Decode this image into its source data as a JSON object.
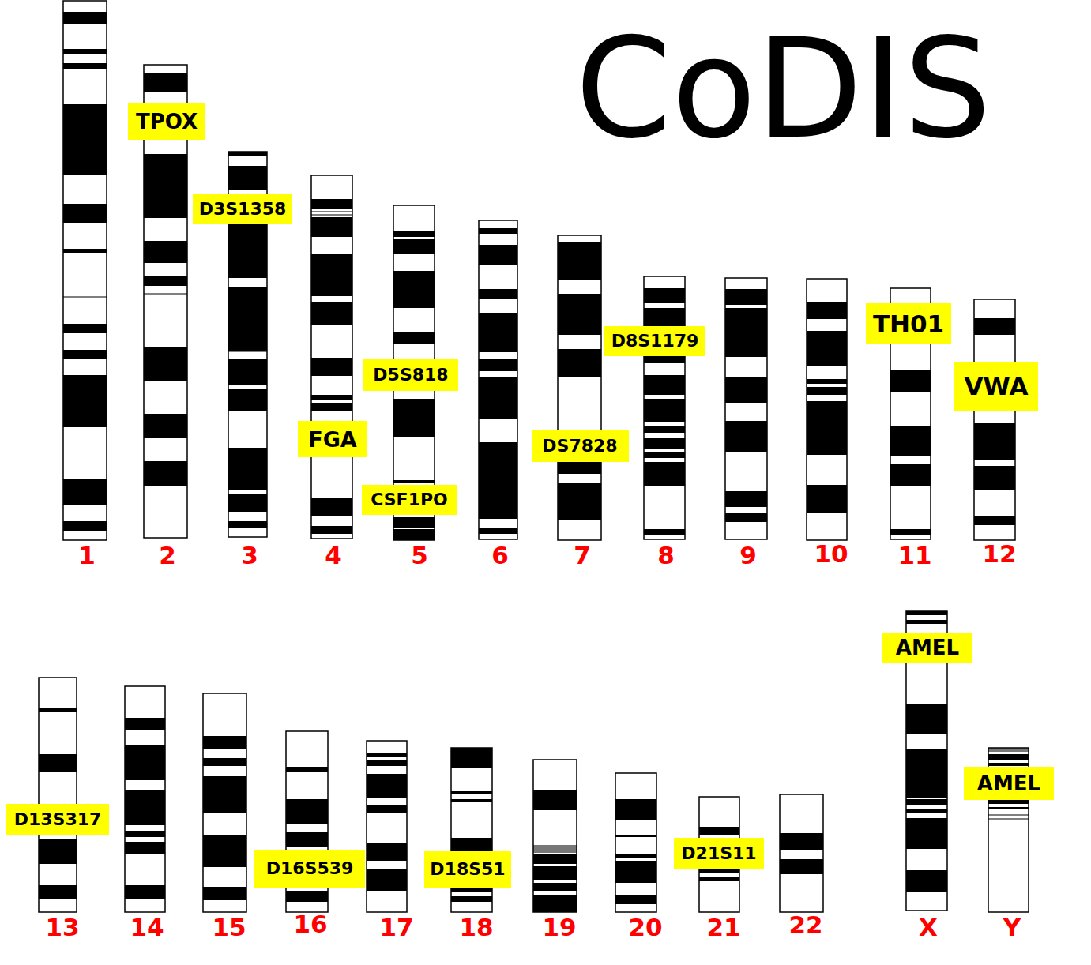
{
  "diagram": {
    "title": "CoDIS",
    "nodes": [
      {
        "text": [
          "TPOX"
        ]
      },
      {
        "text": [
          "D3S1358"
        ]
      },
      {
        "text": [
          "D8S1179"
        ]
      },
      {
        "text": [
          "TH01"
        ]
      },
      {
        "text": [
          "D5S818"
        ]
      },
      {
        "text": [
          "VWA"
        ]
      },
      {
        "text": [
          "FGA"
        ]
      },
      {
        "text": [
          "DS7828"
        ]
      },
      {
        "text": [
          "CSF1PO"
        ]
      },
      {
        "text": [
          "AMEL"
        ]
      },
      {
        "text": [
          "AMEL"
        ]
      },
      {
        "text": [
          "D13S317"
        ]
      },
      {
        "text": [
          "D21S11"
        ]
      },
      {
        "text": [
          "D16S539"
        ]
      },
      {
        "text": [
          "D18S51"
        ]
      }
    ],
    "labels": [
      "1",
      "2",
      "3",
      "4",
      "5",
      "6",
      "7",
      "8",
      "9",
      "10",
      "11",
      "12",
      "13",
      "14",
      "15",
      "16",
      "17",
      "18",
      "19",
      "20",
      "21",
      "22",
      "X",
      "Y"
    ]
  }
}
